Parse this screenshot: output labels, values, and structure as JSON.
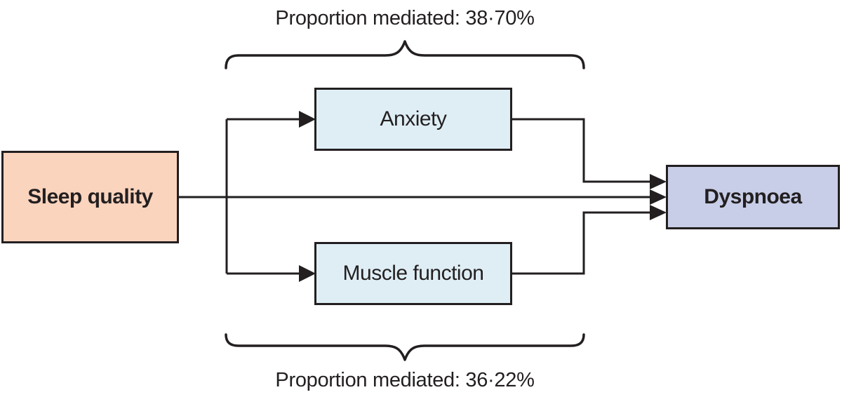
{
  "diagram": {
    "type": "mediation-path-diagram",
    "caption_top": "Proportion mediated: 38·70%",
    "caption_bottom": "Proportion mediated: 36·22%",
    "nodes": {
      "exposure": {
        "label": "Sleep quality",
        "role": "exposure"
      },
      "mediator_top": {
        "label": "Anxiety",
        "role": "mediator"
      },
      "mediator_bottom": {
        "label": "Muscle function",
        "role": "mediator"
      },
      "outcome": {
        "label": "Dyspnoea",
        "role": "outcome"
      }
    },
    "paths": [
      {
        "from": "Sleep quality",
        "to": "Dyspnoea",
        "via": null
      },
      {
        "from": "Sleep quality",
        "to": "Dyspnoea",
        "via": "Anxiety",
        "proportion_mediated": "38·70%"
      },
      {
        "from": "Sleep quality",
        "to": "Dyspnoea",
        "via": "Muscle function",
        "proportion_mediated": "36·22%"
      }
    ]
  },
  "colors": {
    "exposure_fill": "#fbd4be",
    "mediator_fill": "#dfeef5",
    "outcome_fill": "#c8cee7",
    "line": "#231f20",
    "text": "#231f20",
    "background": "#ffffff"
  }
}
